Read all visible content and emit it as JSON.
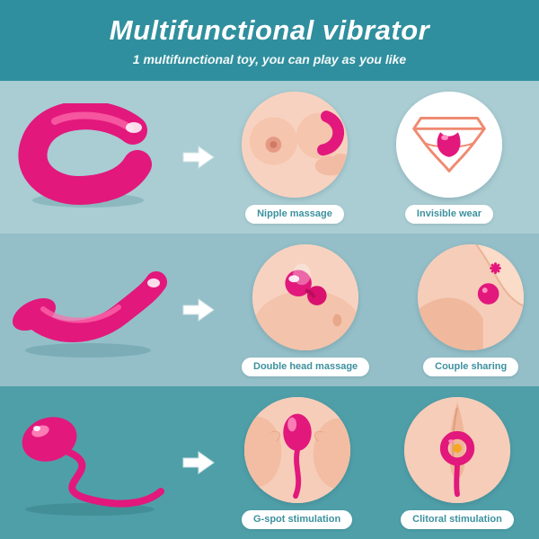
{
  "header": {
    "title": "Multifunctional vibrator",
    "subtitle": "1 multifunctional toy, you can play as you like"
  },
  "rows": [
    {
      "product_icon": "u-shape-clip-vibrator",
      "uses": [
        {
          "icon": "nipple-massage-illustration",
          "label": "Nipple massage"
        },
        {
          "icon": "invisible-wear-illustration",
          "label": "Invisible wear"
        }
      ]
    },
    {
      "product_icon": "curved-wearable-vibrator",
      "uses": [
        {
          "icon": "double-head-massage-illustration",
          "label": "Double head massage"
        },
        {
          "icon": "couple-sharing-illustration",
          "label": "Couple sharing"
        }
      ]
    },
    {
      "product_icon": "egg-vibrator-with-tail",
      "uses": [
        {
          "icon": "g-spot-stimulation-illustration",
          "label": "G-spot stimulation"
        },
        {
          "icon": "clitoral-stimulation-illustration",
          "label": "Clitoral stimulation"
        }
      ]
    }
  ],
  "colors": {
    "header_bg": "#2f8f9e",
    "row1_bg": "#a9cdd3",
    "row2_bg": "#94bfc8",
    "row3_bg": "#4f9fa9",
    "accent_pink": "#e2187c",
    "label_text": "#3c919e"
  }
}
